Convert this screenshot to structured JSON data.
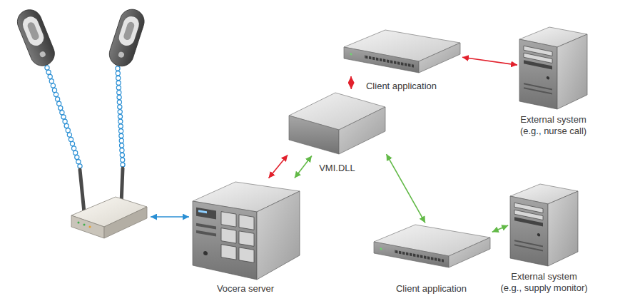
{
  "diagram": {
    "nodes": [
      {
        "text": [
          "Client application"
        ]
      },
      {
        "text": [
          "External system (e.g., nurse call)"
        ]
      },
      {
        "text": [
          "VMI.DLL"
        ]
      },
      {
        "text": [
          "Vocera server"
        ]
      },
      {
        "text": [
          "Client application"
        ]
      },
      {
        "text": [
          "External system (e.g., supply monitor)"
        ]
      }
    ],
    "edges": [
      {
        "from": 3,
        "to": 2,
        "arrow": "both"
      },
      {
        "from": 3,
        "to": 2,
        "arrow": "both"
      },
      {
        "from": 2,
        "to": 0,
        "arrow": "both"
      },
      {
        "from": 2,
        "to": 4,
        "arrow": "both"
      },
      {
        "from": 0,
        "to": 1,
        "arrow": "both"
      },
      {
        "from": 4,
        "to": 5,
        "arrow": "both"
      }
    ]
  }
}
